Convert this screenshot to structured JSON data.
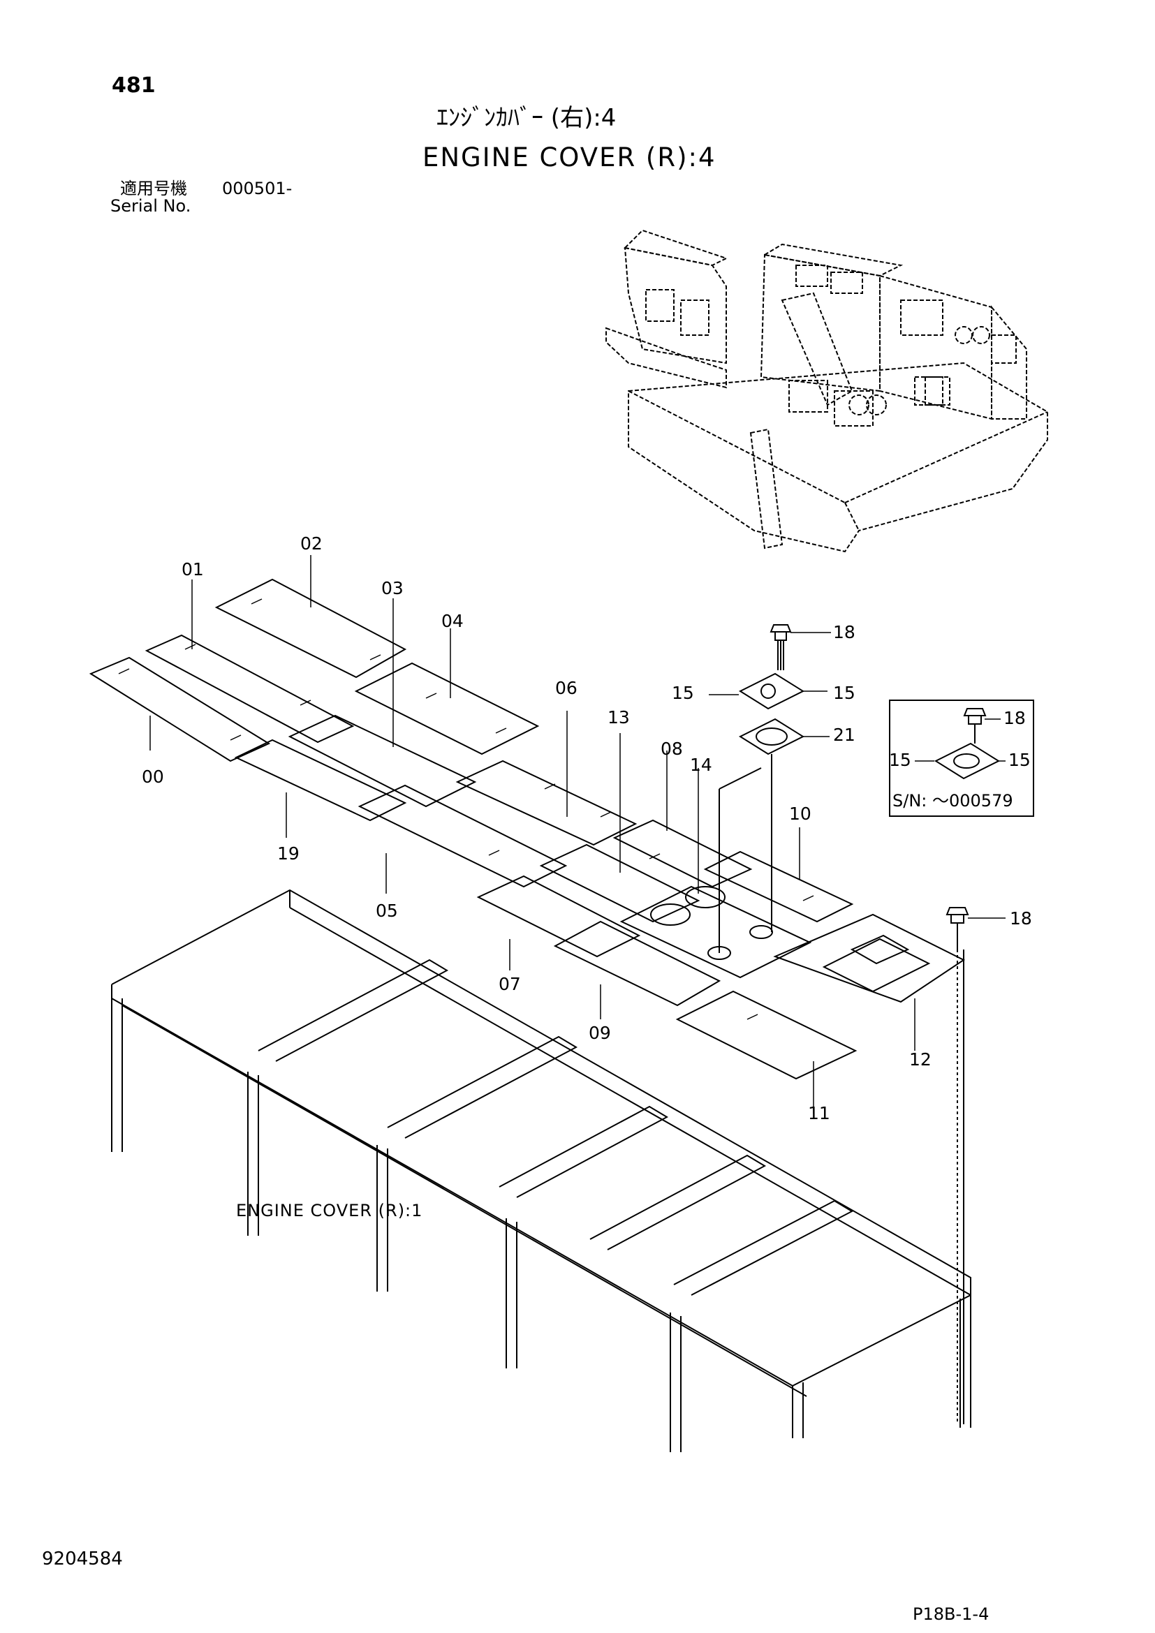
{
  "page_number": "481",
  "title_jp": "ｴﾝｼﾞﾝｶﾊﾞｰ (右):4",
  "title_en": "ENGINE COVER (R):4",
  "serial_label_jp": "適用号機",
  "serial_value": "000501-",
  "serial_label_en": "Serial No.",
  "doc_number": "9204584",
  "page_code": "P18B-1-4",
  "reference_label": "ENGINE COVER (R):1",
  "inset_serial": "S/N: ～000579",
  "part_labels": {
    "p00": "00",
    "p01": "01",
    "p02": "02",
    "p03": "03",
    "p04": "04",
    "p05": "05",
    "p06": "06",
    "p07": "07",
    "p08": "08",
    "p09": "09",
    "p10": "10",
    "p11": "11",
    "p12": "12",
    "p13": "13",
    "p14": "14",
    "p15a": "15",
    "p15b": "15",
    "p15c": "15",
    "p15d": "15",
    "p18a": "18",
    "p18b": "18",
    "p18c": "18",
    "p19": "19",
    "p21": "21"
  }
}
